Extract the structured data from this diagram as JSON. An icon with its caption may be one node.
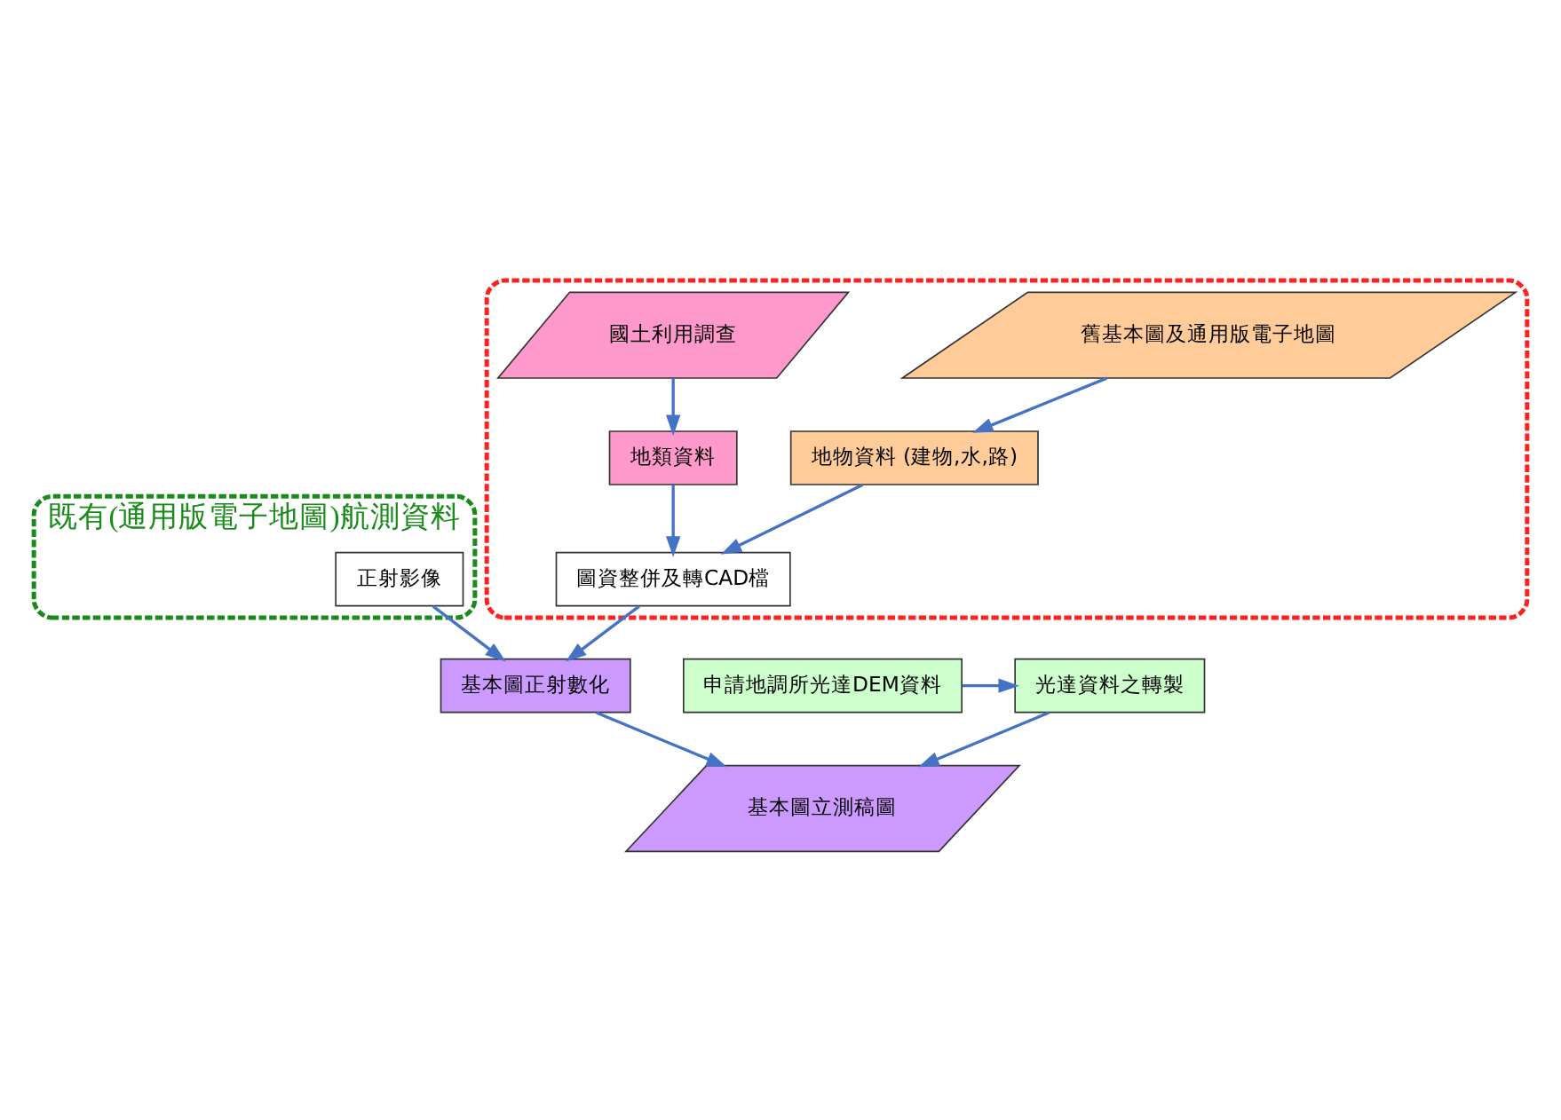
{
  "diagram": {
    "nodes": [
      {
        "text": [
          "既有(通用版電子地圖)航測資料"
        ]
      },
      {
        "text": [
          "正射影像"
        ],
        "in": 0
      },
      {
        "text": [],
        "shape": "box"
      },
      {
        "text": [
          "國土利用調查"
        ],
        "in": 2
      },
      {
        "text": [
          "舊基本圖及通用版電子地圖"
        ],
        "in": 2
      },
      {
        "text": [
          "地類資料"
        ],
        "in": 2
      },
      {
        "text": [
          "地物資料 (建物,水,路)"
        ],
        "in": 2
      },
      {
        "text": [
          "圖資整併及轉CAD檔"
        ],
        "in": 2
      },
      {
        "text": [
          "基本圖正射數化"
        ]
      },
      {
        "text": [
          "光達資料之轉製"
        ]
      },
      {
        "text": [
          "申請地調所光達DEM資料"
        ]
      },
      {
        "text": [
          "基本圖立測稿圖"
        ]
      }
    ],
    "edges": [
      {
        "from": 3,
        "to": 5,
        "arrow": "to"
      },
      {
        "from": 4,
        "to": 6,
        "arrow": "to"
      },
      {
        "from": 5,
        "to": 7,
        "arrow": "to"
      },
      {
        "from": 6,
        "to": 7,
        "arrow": "to"
      },
      {
        "from": 1,
        "to": 8,
        "arrow": "to"
      },
      {
        "from": 7,
        "to": 8,
        "arrow": "to"
      },
      {
        "from": 10,
        "to": 9,
        "arrow": "to"
      },
      {
        "from": 9,
        "to": 11,
        "arrow": "to"
      },
      {
        "from": 8,
        "to": 11,
        "arrow": "to"
      }
    ]
  }
}
